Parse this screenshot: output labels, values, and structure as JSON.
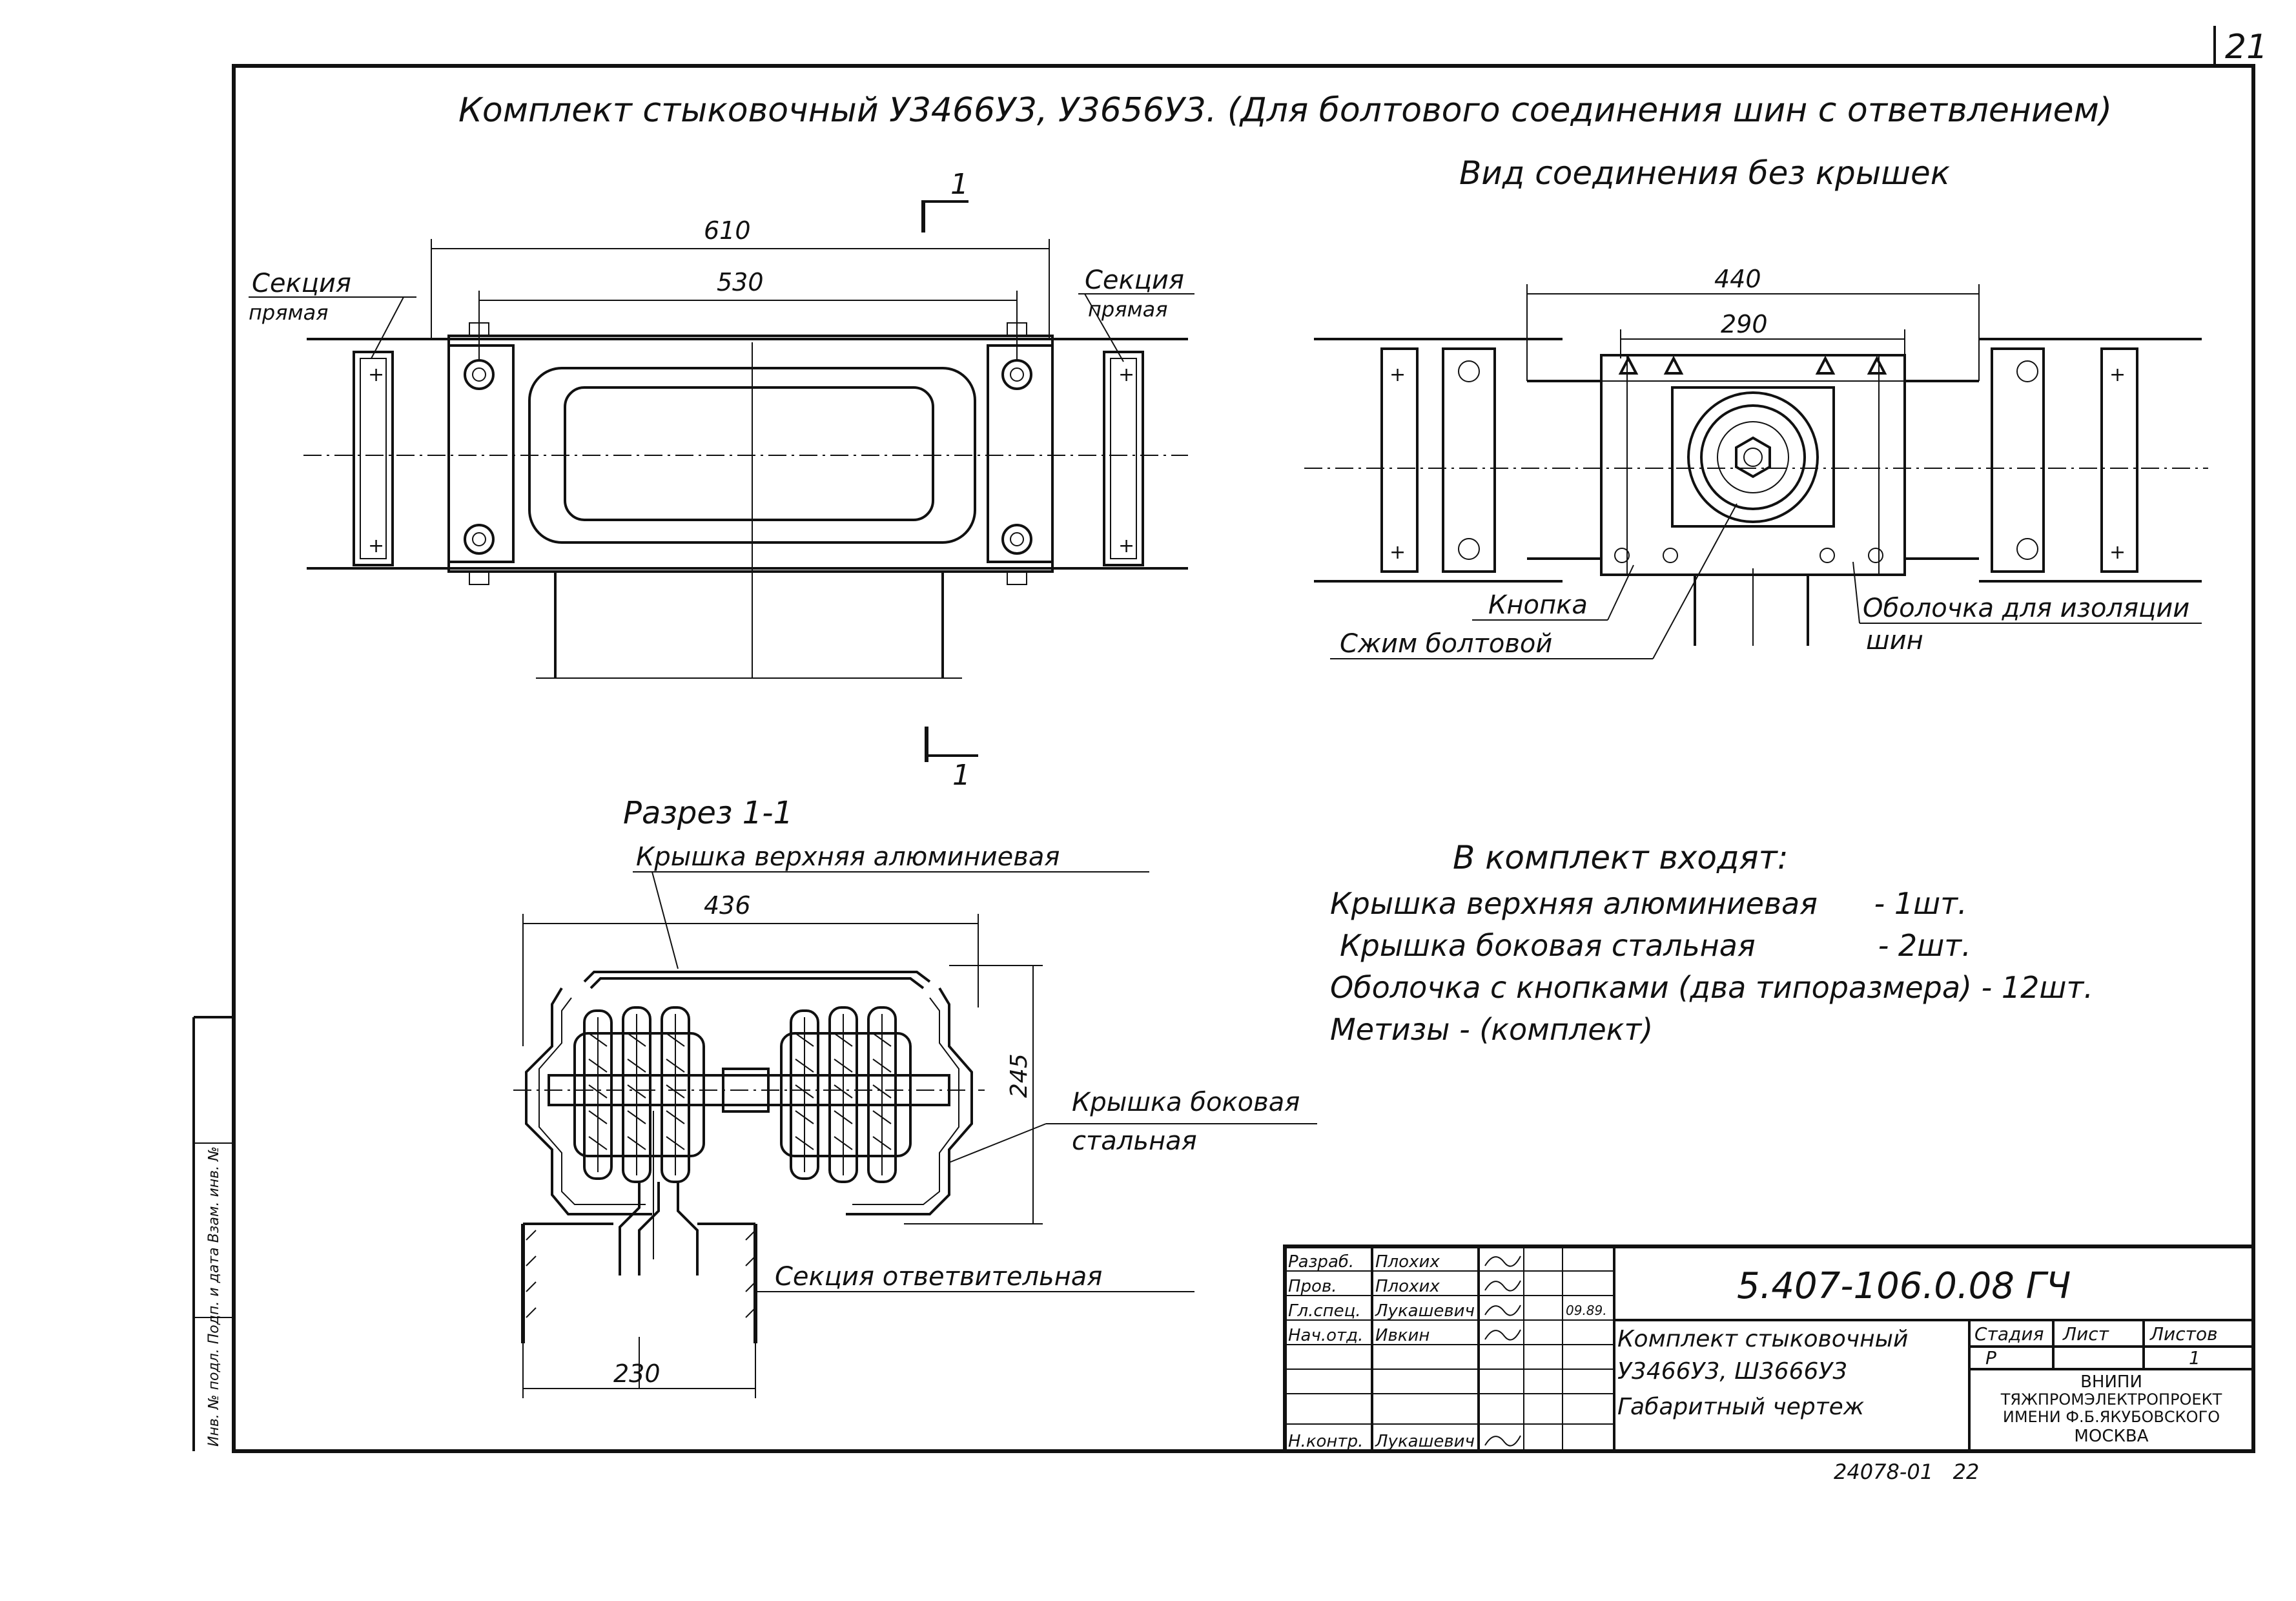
{
  "page_number": "21",
  "title": "Комплект стыковочный У3466У3, У3656У3. (Для болтового соединения шин с ответвлением)",
  "top_view_without_covers_title": "Вид соединения без крышек",
  "left_view": {
    "dim_overall": "610",
    "dim_inner": "530",
    "label_section_left_1": "Секция",
    "label_section_left_2": "прямая",
    "label_section_right_1": "Секция",
    "label_section_right_2": "прямая",
    "cut_mark_top": "1",
    "cut_mark_bottom": "1"
  },
  "right_view": {
    "dim_overall": "440",
    "dim_inner": "290",
    "label_button": "Кнопка",
    "label_clamp": "Сжим болтовой",
    "label_shell_1": "Оболочка для изоляции",
    "label_shell_2": "шин"
  },
  "section_view": {
    "title": "Разрез 1-1",
    "label_top_cover": "Крышка верхняя алюминиевая",
    "dim_width": "436",
    "dim_height": "245",
    "label_side_cover_1": "Крышка боковая",
    "label_side_cover_2": "стальная",
    "label_branch_section": "Секция ответвительная",
    "dim_bottom": "230"
  },
  "kit_list": {
    "heading": "В комплект входят:",
    "items": [
      "Крышка верхняя алюминиевая      - 1шт.",
      "Крышка боковая стальная             - 2шт.",
      "Оболочка с кнопками (два типоразмера) - 12шт.",
      "Метизы - (комплект)"
    ]
  },
  "title_block": {
    "roles": [
      "Разраб.",
      "Пров.",
      "Гл.спец.",
      "Нач.отд.",
      "",
      "",
      "",
      "Н.контр."
    ],
    "names": [
      "Плохих",
      "Плохих",
      "Лукашевич",
      "Ивкин",
      "",
      "",
      "",
      "Лукашевич"
    ],
    "date": "09.89.",
    "doc_code": "5.407-106.0.08 ГЧ",
    "description_1": "Комплект стыковочный",
    "description_2": "У3466У3, Ш3666У3",
    "description_3": "Габаритный чертеж",
    "col_stage": "Стадия",
    "col_sheet": "Лист",
    "col_sheets": "Листов",
    "val_stage": "Р",
    "val_sheet": "",
    "val_sheets": "1",
    "org_1": "ВНИПИ",
    "org_2": "ТЯЖПРОМЭЛЕКТРОПРОЕКТ",
    "org_3": "ИМЕНИ Ф.Б.ЯКУБОВСКОГО",
    "org_4": "МОСКВА"
  },
  "bottom_code": "24078-01   22",
  "side_stamp": "Инв. № подл.   Подп. и дата   Взам. инв. №"
}
